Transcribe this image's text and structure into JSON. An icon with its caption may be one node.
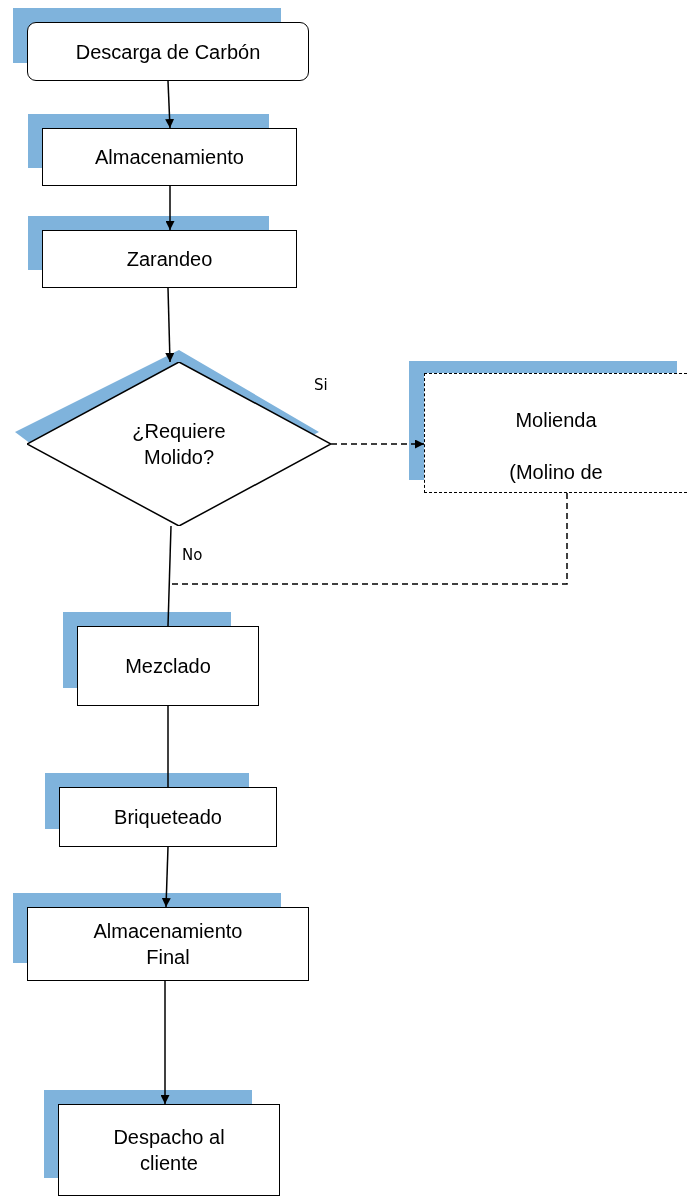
{
  "diagram": {
    "nodes": [
      {
        "text": [
          "Descarga de Carbón"
        ]
      },
      {
        "text": [
          "Almacenamiento"
        ]
      },
      {
        "text": [
          "Zarandeo"
        ]
      },
      {
        "text": [
          "¿Requiere Molido?"
        ]
      },
      {
        "text": [
          "Molienda (Molino de"
        ]
      },
      {
        "text": [
          "Mezclado"
        ]
      },
      {
        "text": [
          "Briqueteado"
        ]
      },
      {
        "text": [
          "Almacenamiento Final"
        ]
      },
      {
        "text": [
          "Despacho al cliente"
        ]
      }
    ],
    "edges": [
      {
        "from": 0,
        "to": 1,
        "arrow": "to"
      },
      {
        "from": 1,
        "to": 2,
        "arrow": "to"
      },
      {
        "from": 2,
        "to": 3,
        "arrow": "to"
      },
      {
        "from": 3,
        "to": 4,
        "arrow": "to",
        "label": "Si",
        "style": "dashed"
      },
      {
        "from": 3,
        "to": 5,
        "arrow": "none",
        "label": "No"
      },
      {
        "from": 4,
        "to": 5,
        "arrow": "none",
        "style": "dashed"
      },
      {
        "from": 5,
        "to": 6,
        "arrow": "none"
      },
      {
        "from": 6,
        "to": 7,
        "arrow": "to"
      },
      {
        "from": 7,
        "to": 8,
        "arrow": "to"
      }
    ]
  }
}
